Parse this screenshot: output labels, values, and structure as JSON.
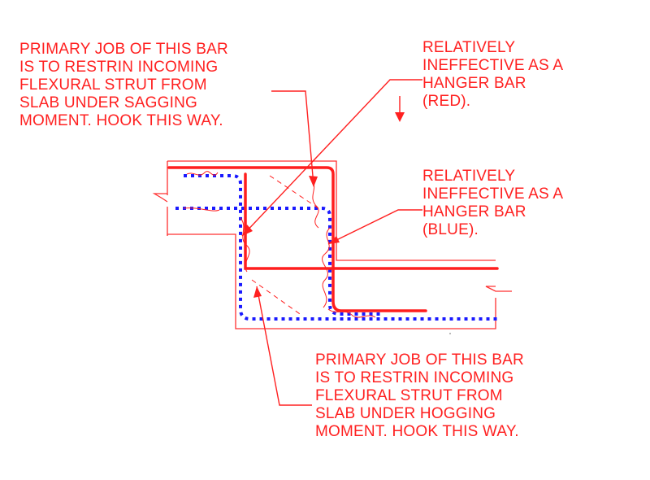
{
  "colors": {
    "annotation": "#ff2020",
    "outline": "#ff3030",
    "red_bar": "#ff1e1e",
    "blue_bar": "#1a1aff"
  },
  "notes": {
    "top_left": [
      "PRIMARY JOB OF THIS BAR",
      "IS TO RESTRIN INCOMING",
      "FLEXURAL STRUT FROM",
      "SLAB UNDER SAGGING",
      "MOMENT.  HOOK THIS WAY."
    ],
    "top_right": [
      "RELATIVELY",
      "INEFFECTIVE AS A",
      "HANGER BAR",
      "(RED)."
    ],
    "mid_right": [
      "RELATIVELY",
      "INEFFECTIVE AS A",
      "HANGER BAR",
      "(BLUE)."
    ],
    "bottom": [
      "PRIMARY JOB OF THIS BAR",
      "IS TO RESTRIN INCOMING",
      "FLEXURAL STRUT FROM",
      "SLAB UNDER HOGGING",
      "MOMENT.  HOOK THIS WAY."
    ]
  }
}
